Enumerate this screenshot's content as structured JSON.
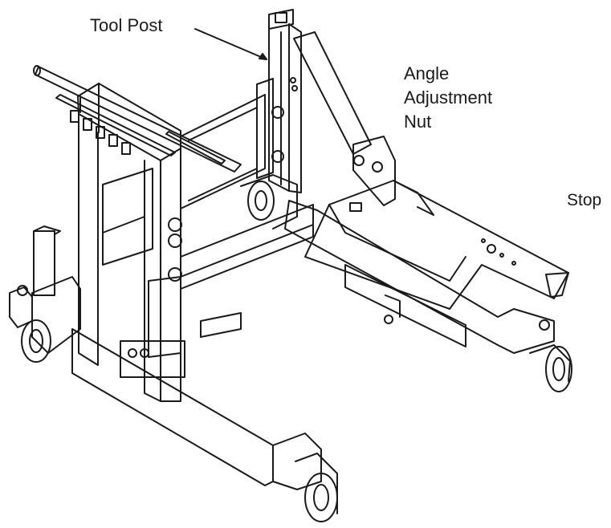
{
  "labels": {
    "tool_post": "Tool Post",
    "angle_line1": "Angle",
    "angle_line2": "Adjustment",
    "angle_line3": "Nut",
    "stop": "Stop"
  },
  "colors": {
    "line": "#1a1a1a",
    "background": "#ffffff"
  },
  "icons": {
    "leader": "arrow-leader",
    "machine": "transmission-jack-line-drawing"
  }
}
